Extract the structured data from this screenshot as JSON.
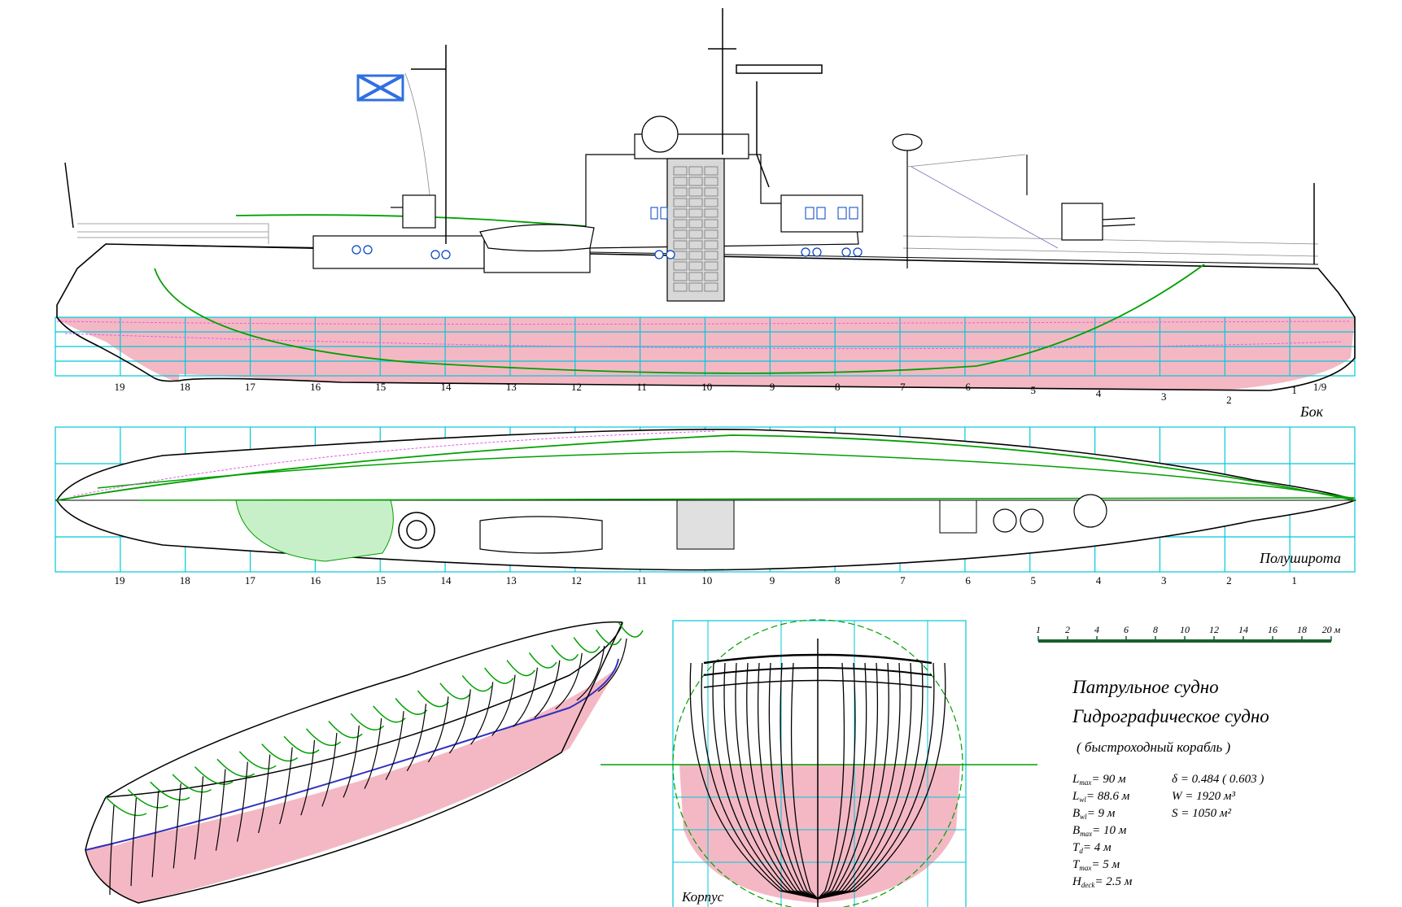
{
  "view_labels": {
    "side": "Бок",
    "half_breadth": "Полуширота",
    "body": "Корпус"
  },
  "frame_numbers_side": [
    "19",
    "18",
    "17",
    "16",
    "15",
    "14",
    "13",
    "12",
    "11",
    "10",
    "9",
    "8",
    "7",
    "6",
    "5",
    "4",
    "3",
    "2",
    "1",
    "1/9"
  ],
  "frame_numbers_half": [
    "19",
    "18",
    "17",
    "16",
    "15",
    "14",
    "13",
    "12",
    "11",
    "10",
    "9",
    "8",
    "7",
    "6",
    "5",
    "4",
    "3",
    "2",
    "1"
  ],
  "scale_bar": {
    "ticks": [
      "1",
      "2",
      "4",
      "6",
      "8",
      "10",
      "12",
      "14",
      "16",
      "18",
      "20 м"
    ]
  },
  "title": {
    "line1": "Патрульное судно",
    "line2": "Гидрографическое судно",
    "line3": "( быстроходный корабль )"
  },
  "specs_left": [
    {
      "sym": "L",
      "sub": "max",
      "val": "= 90 м"
    },
    {
      "sym": "L",
      "sub": "wl",
      "val": "= 88.6 м"
    },
    {
      "sym": "B",
      "sub": "wl",
      "val": "= 9 м"
    },
    {
      "sym": "B",
      "sub": "max",
      "val": "= 10 м"
    },
    {
      "sym": "T",
      "sub": "d",
      "val": "= 4 м"
    },
    {
      "sym": "T",
      "sub": "max",
      "val": "= 5 м"
    },
    {
      "sym": "H",
      "sub": "deck",
      "val": "= 2.5 м"
    }
  ],
  "specs_right": [
    {
      "text": "δ = 0.484 ( 0.603 )"
    },
    {
      "text": "W = 1920 м³"
    },
    {
      "text": "S = 1050 м²"
    }
  ],
  "colors": {
    "grid": "#00c8d8",
    "underwater": "#f4b8c4",
    "green_lines": "#00a000",
    "magenta_lines": "#e060e0",
    "flag_blue": "#3070e0",
    "waterline_blue": "#3030c0"
  }
}
